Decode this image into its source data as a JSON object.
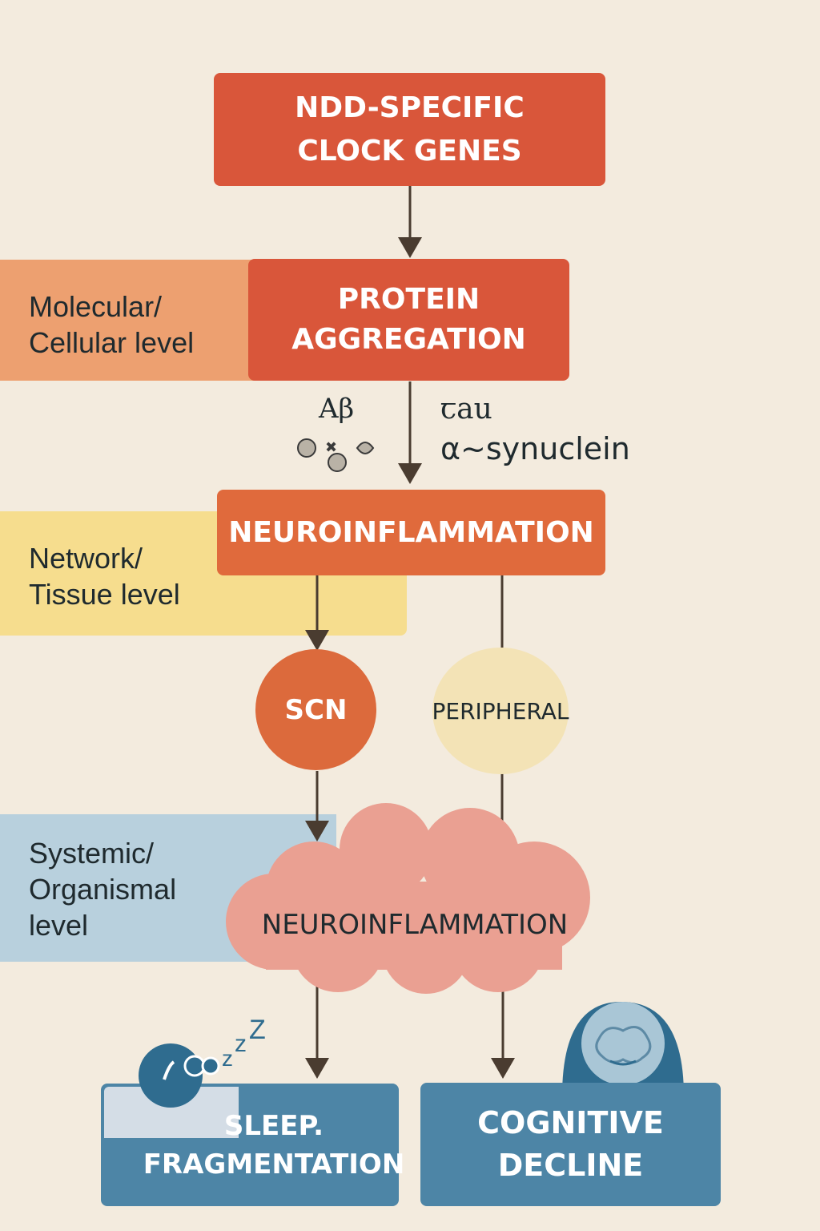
{
  "levels": {
    "molecular": "Molecular/\nCellular level",
    "network": "Network/\nTissue level",
    "systemic": "Systemic/\nOrganismal\nlevel"
  },
  "nodes": {
    "clock_genes": "NDD-SPECIFIC\nCLOCK GENES",
    "protein_aggregation": "PROTEIN\nAGGREGATION",
    "neuroinflammation_box": "NEUROINFLAMMATION",
    "scn": "SCN",
    "peripheral": "PERIPHERAL",
    "neuroinflammation_cloud": "NEUROINFLAMMATION"
  },
  "proteins": {
    "abeta": "Aβ",
    "tau": "ꞇau",
    "synuclein": "α~synuclein"
  },
  "outcomes": {
    "sleep": "SLEEP.\nFRAGMENTATION",
    "cognitive": "COGNITIVE\nDECLINE"
  },
  "colors": {
    "molecular_band": "#eda070",
    "network_band": "#f6dd8e",
    "systemic_band": "#b8d0dd",
    "red_box": "#d9563a",
    "orange_box": "#e06a3c",
    "scn_circle": "#dc6a3c",
    "peripheral_circle": "#f3e3b6",
    "cloud": "#eaa092",
    "outcome": "#4d85a6",
    "arrow": "#4a3c30"
  }
}
